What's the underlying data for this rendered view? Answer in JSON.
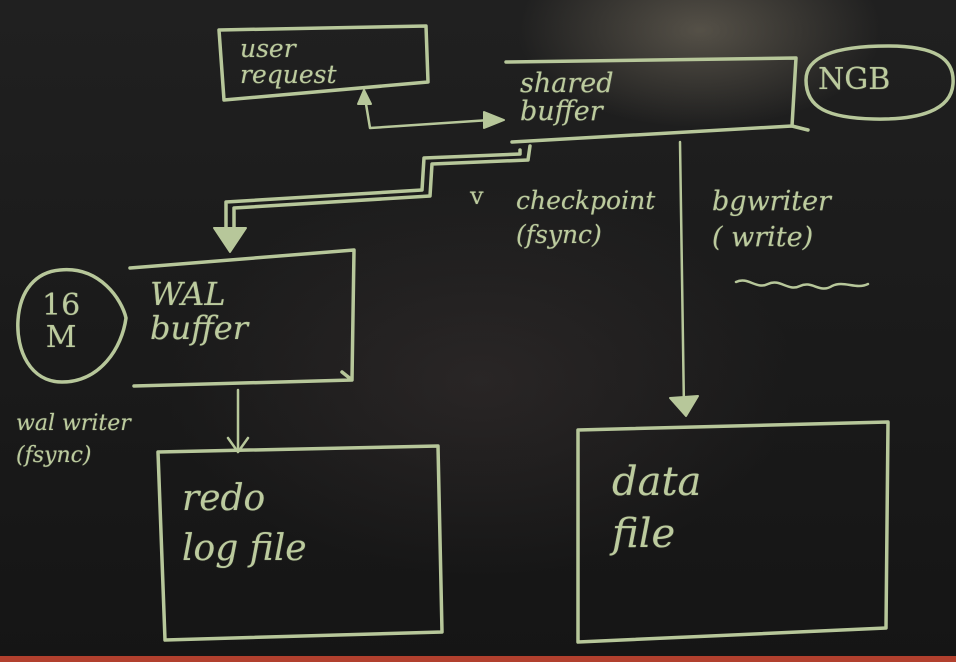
{
  "diagram": {
    "nodes": {
      "user_request": {
        "label": "user\nrequest"
      },
      "shared_buffer": {
        "label": "shared\nbuffer",
        "size_badge": "NGB"
      },
      "wal_buffer": {
        "label": "WAL\nbuffer",
        "size_badge": "16\nM"
      },
      "redo_log_file": {
        "label": "redo\nlog file"
      },
      "data_file": {
        "label": "data\nfile"
      }
    },
    "edges": [
      {
        "from": "user_request",
        "to": "shared_buffer",
        "direction": "both"
      },
      {
        "from": "shared_buffer",
        "to": "wal_buffer",
        "direction": "forward"
      },
      {
        "from": "wal_buffer",
        "to": "redo_log_file",
        "direction": "forward",
        "label": "wal writer\n(fsync)"
      },
      {
        "from": "shared_buffer",
        "to": "data_file",
        "direction": "forward"
      }
    ],
    "annotations": {
      "checkpoint": "checkpoint\n(fsync)",
      "bgwriter": "bgwriter\n( write)",
      "tick": "v"
    }
  },
  "colors": {
    "chalk": "#b7c79a",
    "board": "#1b1b1b"
  }
}
